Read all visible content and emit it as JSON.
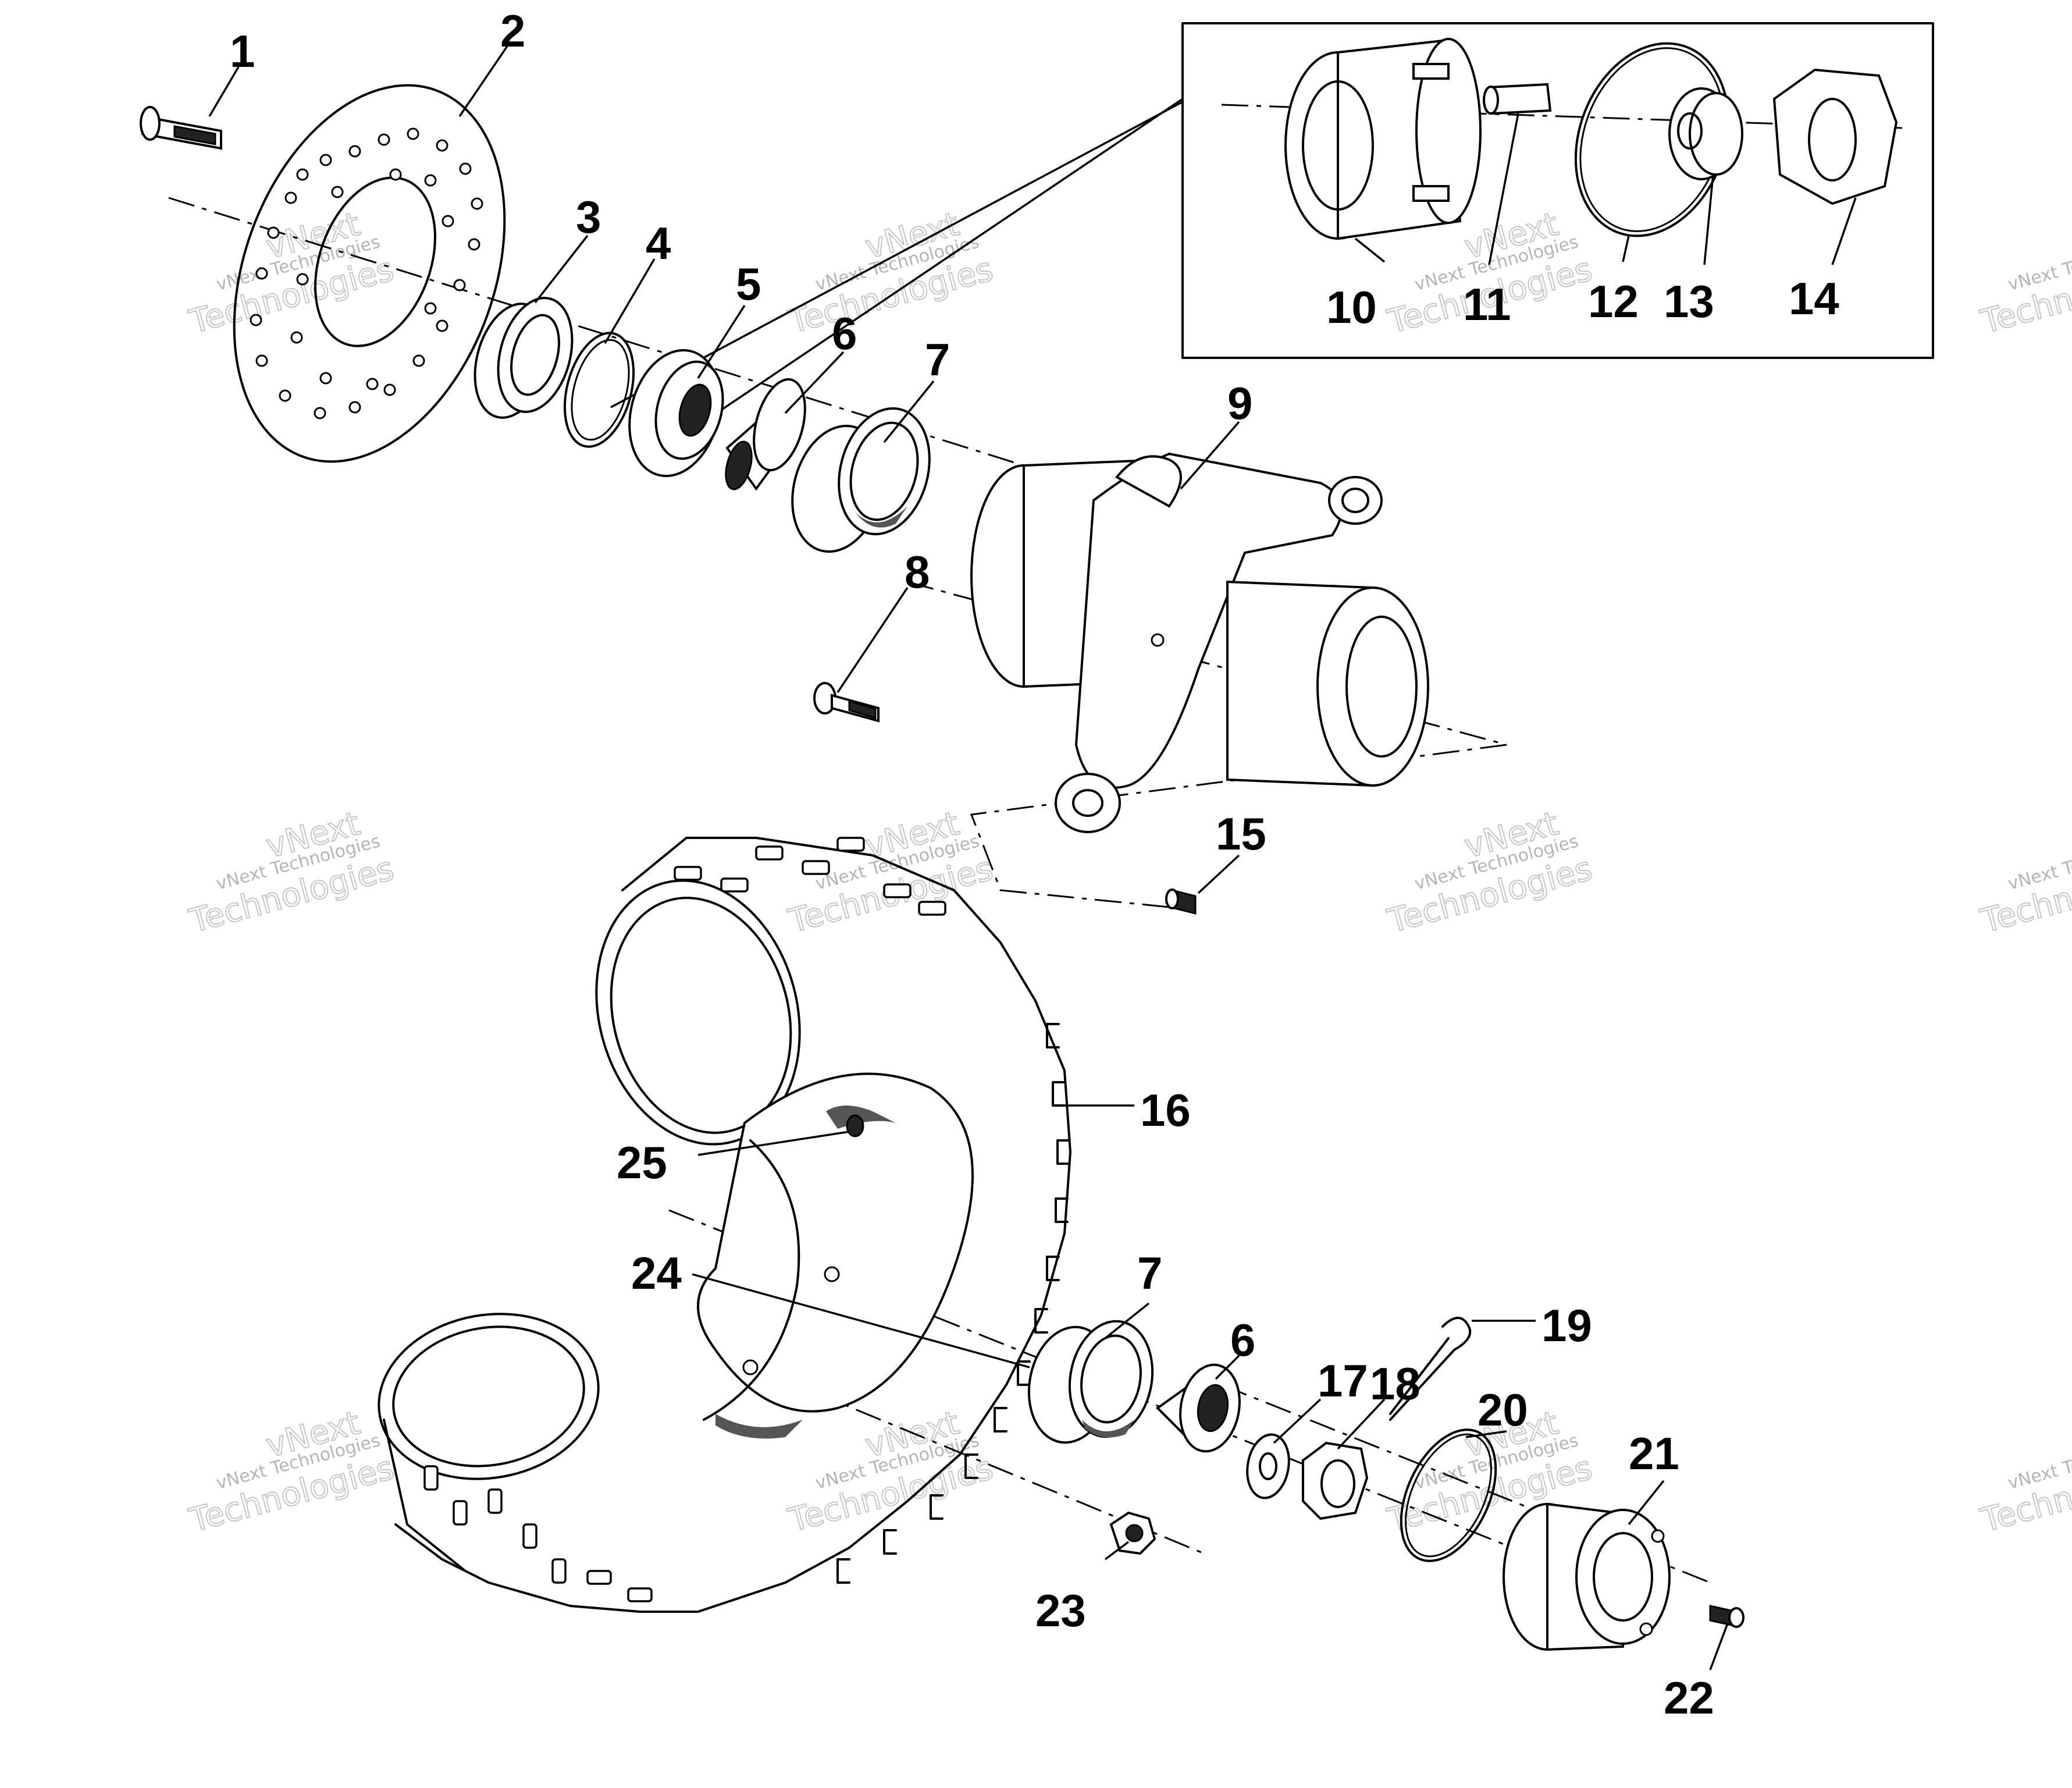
{
  "callouts": {
    "c1": "1",
    "c2": "2",
    "c3": "3",
    "c4": "4",
    "c5": "5",
    "c6a": "6",
    "c7a": "7",
    "c8": "8",
    "c9": "9",
    "c10": "10",
    "c11": "11",
    "c12": "12",
    "c13": "13",
    "c14": "14",
    "c15": "15",
    "c16": "16",
    "c7b": "7",
    "c6b": "6",
    "c17": "17",
    "c18": "18",
    "c19": "19",
    "c20": "20",
    "c21": "21",
    "c22": "22",
    "c23": "23",
    "c24": "24",
    "c25": "25"
  },
  "watermark": {
    "line1": "vNext Technologies",
    "line2": "vNext",
    "line3": "Technologies"
  }
}
